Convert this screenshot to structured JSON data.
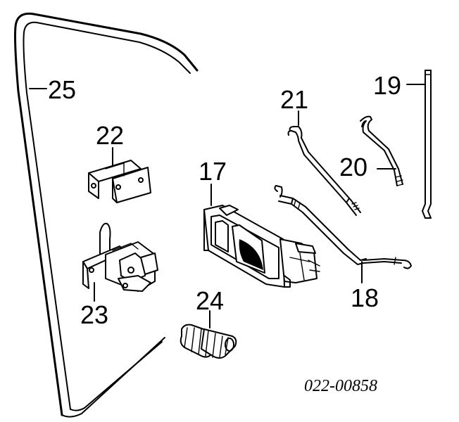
{
  "diagram": {
    "code": "022-00858",
    "callouts": {
      "c25": "25",
      "c22": "22",
      "c23": "23",
      "c24": "24",
      "c17": "17",
      "c21": "21",
      "c20": "20",
      "c19": "19",
      "c18": "18"
    }
  }
}
